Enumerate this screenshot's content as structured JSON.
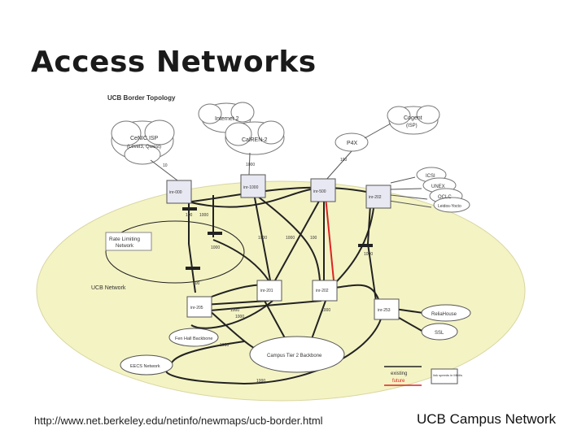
{
  "slide": {
    "title": "Access Networks",
    "footer_url": "http://www.net.berkeley.edu/netinfo/newmaps/ucb-border.html",
    "footer_caption": "UCB Campus Network"
  },
  "diagram": {
    "title": "UCB Border Topology",
    "clouds": {
      "internet2": "Internet 2",
      "calren2": "CalREN-2",
      "cenic_isp": "CeNIC ISP",
      "cenic_isp_sub": "(Level3, Qwest)",
      "cogent": "Cogent",
      "cogent_sub": "(ISP)",
      "ix_icsi": "ICSI",
      "ix_unex": "UNEX",
      "ix_oclc": "OCLC",
      "ix_leidos": "Leidos-Yocto"
    },
    "nodes": {
      "p4x": "P4X",
      "inr000": "inr-000",
      "inr1000": "inr-1000",
      "inr500": "inr-500",
      "inr202": "inr-202",
      "inr201": "inr-201",
      "inr202b": "inr-202",
      "inr205": "inr-205",
      "inr253": "inr-253",
      "rate_limiting": "Rate Limiting",
      "rate_limiting_sub": "Network",
      "ucb_network": "UCB Network",
      "fen_backbone": "Fen Hall Backbone",
      "campus_backbone": "Campus Tier 2 Backbone",
      "eecs_network": "EECS Network",
      "reliaghouse": "ReliaHouse",
      "ssl": "SSL"
    },
    "link_labels": [
      "1000",
      "100",
      "10",
      "1000",
      "100",
      "1000",
      "1000",
      "1000",
      "100",
      "1000",
      "1000",
      "100",
      "1000",
      "1000",
      "1000",
      "1000"
    ],
    "legend": {
      "existing": "existing",
      "future": "future",
      "box_label": "link speeds in Mbit/s"
    }
  }
}
